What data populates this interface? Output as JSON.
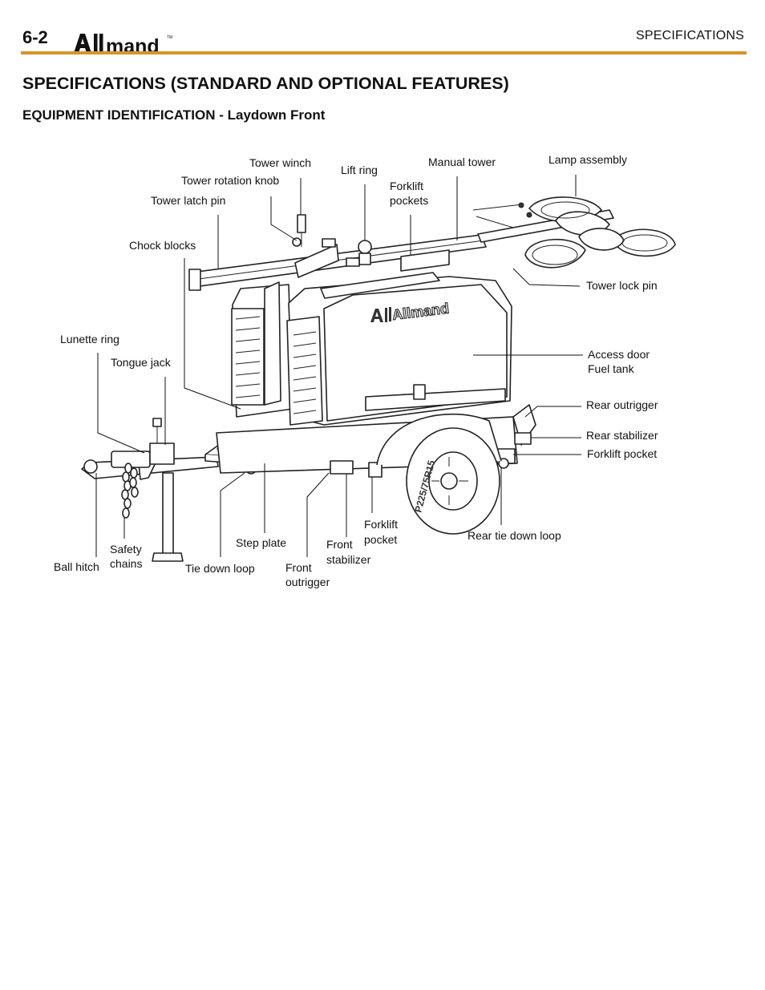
{
  "header": {
    "page_number": "6-2",
    "section": "SPECIFICATIONS",
    "brand": "Allmand"
  },
  "title": "SPECIFICATIONS (STANDARD AND OPTIONAL FEATURES)",
  "subtitle": "EQUIPMENT IDENTIFICATION - Laydown Front",
  "machine_markings": {
    "decal": "Allmand",
    "tire": "P225/75R15"
  },
  "labels": {
    "tower_winch": "Tower winch",
    "tower_rotation_knob": "Tower rotation knob",
    "tower_latch_pin": "Tower latch pin",
    "lift_ring": "Lift ring",
    "forklift_pockets_top_1": "Forklift",
    "forklift_pockets_top_2": "pockets",
    "manual_tower": "Manual tower",
    "lamp_assembly": "Lamp assembly",
    "chock_blocks": "Chock blocks",
    "tower_lock_pin": "Tower lock pin",
    "lunette_ring": "Lunette ring",
    "tongue_jack": "Tongue jack",
    "access_door": "Access door",
    "fuel_tank": "Fuel tank",
    "rear_outrigger": "Rear outrigger",
    "rear_stabilizer": "Rear stabilizer",
    "forklift_pocket_rear": "Forklift pocket",
    "forklift_pocket_front_1": "Forklift",
    "forklift_pocket_front_2": "pocket",
    "rear_tie_down_loop": "Rear tie down loop",
    "step_plate": "Step plate",
    "front_stabilizer_1": "Front",
    "front_stabilizer_2": "stabilizer",
    "safety_chains_1": "Safety",
    "safety_chains_2": "chains",
    "ball_hitch": "Ball hitch",
    "tie_down_loop": "Tie down loop",
    "front_outrigger_1": "Front",
    "front_outrigger_2": "outrigger"
  }
}
